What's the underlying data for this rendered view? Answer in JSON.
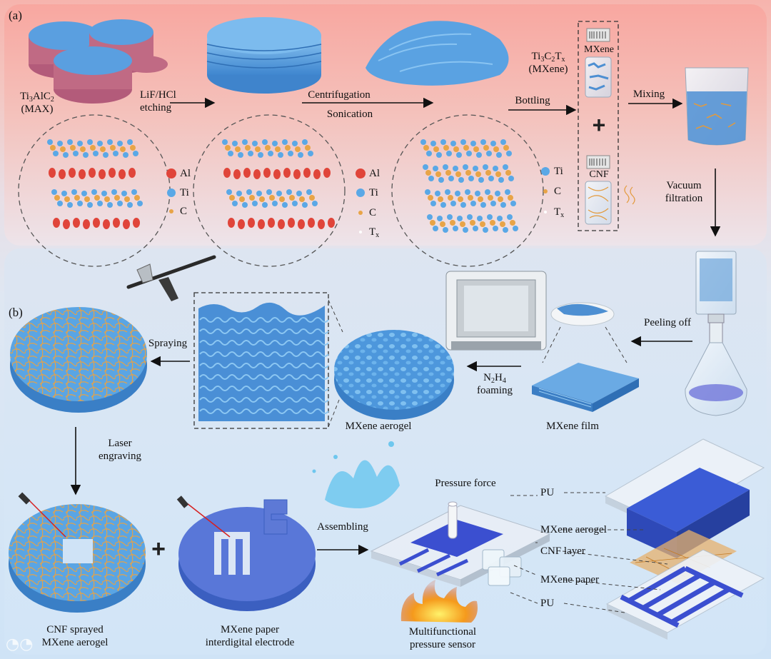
{
  "panel_a": {
    "tag": "(a)",
    "max_label": [
      "Ti",
      "3",
      "AlC",
      "2",
      "(MAX)"
    ],
    "etch_label": [
      "LiF/HCl",
      "etching"
    ],
    "centrifugation": "Centrifugation",
    "sonication": "Sonication",
    "mxene_label": [
      "Ti",
      "3",
      "C",
      "2",
      "T",
      "x",
      "(MXene)"
    ],
    "bottling": "Bottling",
    "vial_mxene": "MXene",
    "vial_cnf": "CNF",
    "plus": "+",
    "mixing": "Mixing",
    "vacuum": [
      "Vacuum",
      "filtration"
    ],
    "legend1": [
      "Al",
      "Ti",
      "C"
    ],
    "legend2": [
      "Al",
      "Ti",
      "C",
      "T",
      "x"
    ],
    "legend3": [
      "Ti",
      "C",
      "T",
      "x"
    ]
  },
  "panel_b": {
    "tag": "(b)",
    "peeling": "Peeling off",
    "foaming": [
      "N",
      "2",
      "H",
      "4",
      "foaming"
    ],
    "mxene_film": "MXene film",
    "mxene_aerogel": "MXene aerogel",
    "spraying": "Spraying",
    "laser": [
      "Laser",
      "engraving"
    ],
    "cnf_sprayed": [
      "CNF sprayed",
      "MXene aerogel"
    ],
    "paper_electrode": [
      "MXene paper",
      "interdigital electrode"
    ],
    "plus": "+",
    "assembling": "Assembling",
    "pressure_force": "Pressure force",
    "sensor": [
      "Multifunctional",
      "pressure sensor"
    ],
    "layers": [
      "PU",
      "MXene aerogel",
      "CNF layer",
      "MXene paper",
      "PU"
    ]
  },
  "colors": {
    "mxene_blue": "#4d9be0",
    "al_red": "#e0453a",
    "ti_blue": "#5aa8e6",
    "c_orange": "#e8a447",
    "cnf_orange": "#e39a3c",
    "electrode_blue": "#3b4fd0"
  }
}
